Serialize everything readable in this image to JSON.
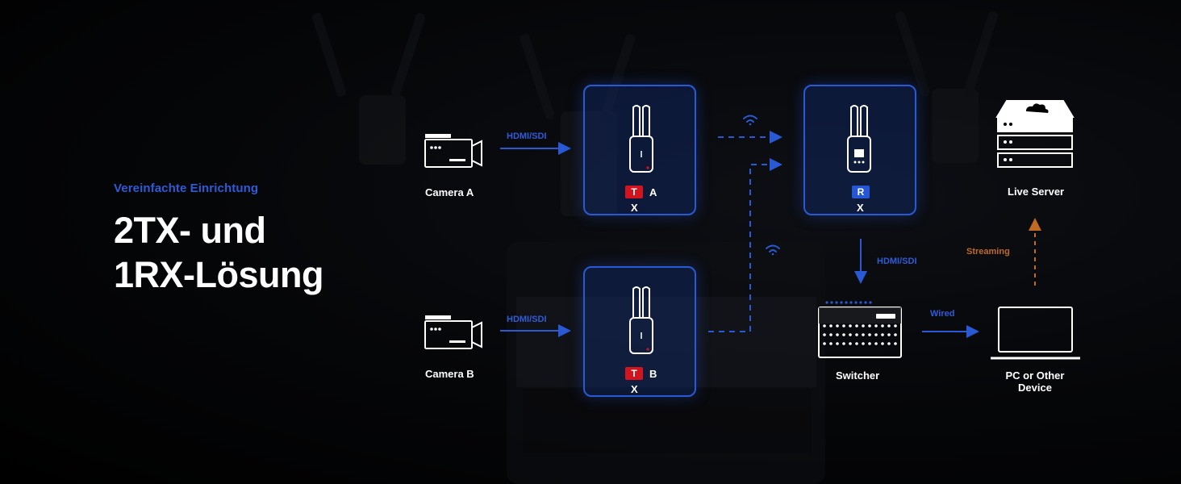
{
  "heading": {
    "subtitle": "Vereinfachte Einrichtung",
    "title_line1": "2TX- und",
    "title_line2": "1RX-Lösung"
  },
  "nodes": {
    "camera_a": "Camera A",
    "camera_b": "Camera B",
    "tx_a": {
      "badge": "T",
      "letter": "A",
      "model": "X"
    },
    "tx_b": {
      "badge": "T",
      "letter": "B",
      "model": "X"
    },
    "rx": {
      "badge": "R",
      "model": "X"
    },
    "live_server": "Live Server",
    "switcher": "Switcher",
    "pc_line1": "PC or Other",
    "pc_line2": "Device"
  },
  "connections": {
    "cam_a_to_tx_a": "HDMI/SDI",
    "cam_b_to_tx_b": "HDMI/SDI",
    "rx_to_switcher": "HDMI/SDI",
    "switcher_to_pc": "Wired",
    "pc_to_server": "Streaming"
  },
  "colors": {
    "accent_blue": "#2a59d6",
    "tx_red": "#d2141e",
    "streaming_orange": "#c06a22"
  }
}
